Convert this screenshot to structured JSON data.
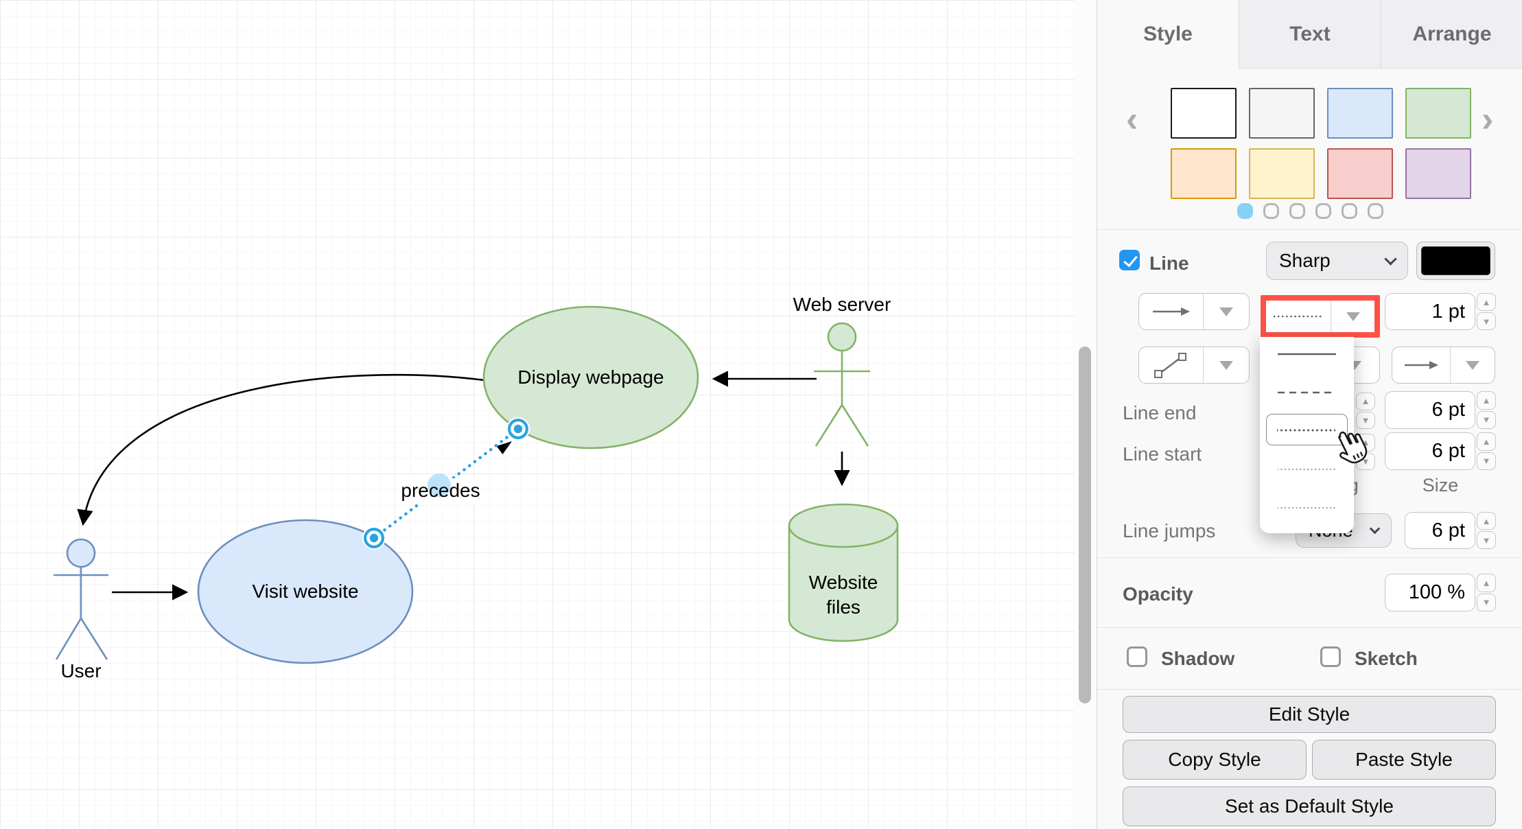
{
  "diagram": {
    "user_label": "User",
    "visit_website_label": "Visit website",
    "display_webpage_label": "Display webpage",
    "web_server_label": "Web server",
    "website_files_line1": "Website",
    "website_files_line2": "files",
    "edge_label": "precedes",
    "colors": {
      "blue_fill": "#dae8fc",
      "blue_stroke": "#6c8ebf",
      "green_fill": "#d5e8d4",
      "green_stroke": "#82b366",
      "selection": "#2aa4e0"
    }
  },
  "panel": {
    "tabs": [
      {
        "label": "Style",
        "active": true
      },
      {
        "label": "Text",
        "active": false
      },
      {
        "label": "Arrange",
        "active": false
      }
    ],
    "carousel": {
      "count": 6,
      "active_index": 0,
      "active_color": "#85d2f5",
      "prev_glyph": "‹",
      "next_glyph": "›"
    },
    "swatches": [
      {
        "fill": "#ffffff",
        "stroke": "#1a1a1a"
      },
      {
        "fill": "#f5f5f5",
        "stroke": "#666666"
      },
      {
        "fill": "#dae8fc",
        "stroke": "#6c8ebf"
      },
      {
        "fill": "#d5e8d4",
        "stroke": "#82b366"
      },
      {
        "fill": "#ffe6cc",
        "stroke": "#d79b00"
      },
      {
        "fill": "#fff2cc",
        "stroke": "#d6b656"
      },
      {
        "fill": "#f8cecc",
        "stroke": "#b85450"
      },
      {
        "fill": "#e1d5e7",
        "stroke": "#9673a6"
      }
    ],
    "line_section": {
      "line_label": "Line",
      "line_checked": true,
      "style_select_value": "Sharp",
      "line_color": "#000000",
      "width_value": "1 pt",
      "line_end_label": "Line end",
      "line_start_label": "Line start",
      "line_end_size": "6 pt",
      "line_start_size": "6 pt",
      "spacing_label": "Spacing",
      "size_label": "Size",
      "line_jumps_label": "Line jumps",
      "line_jumps_value": "None",
      "line_jumps_size": "6 pt",
      "highlight_color": "#ff5246"
    },
    "glyphs": {
      "step_up": "▲",
      "step_down": "▼"
    },
    "opacity": {
      "label": "Opacity",
      "value": "100 %"
    },
    "effects": {
      "shadow_label": "Shadow",
      "sketch_label": "Sketch",
      "shadow_checked": false,
      "sketch_checked": false
    },
    "buttons": {
      "edit": "Edit Style",
      "copy": "Copy Style",
      "paste": "Paste Style",
      "set_default": "Set as Default Style"
    }
  }
}
